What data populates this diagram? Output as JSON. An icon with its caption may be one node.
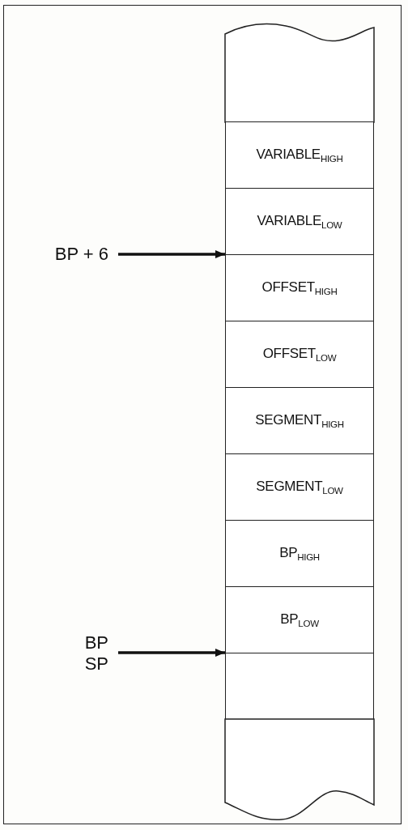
{
  "diagram": {
    "nodes": [
      {
        "text": [],
        "shape": "box"
      },
      {
        "text": [
          "VARIABLE$_{HIGH}$"
        ]
      },
      {
        "text": [
          "VARIABLE$_{LOW}$"
        ]
      },
      {
        "text": [
          "OFFSET$_{HIGH}$"
        ]
      },
      {
        "text": [
          "OFFSET$_{LOW}$"
        ]
      },
      {
        "text": [
          "SEGMENT$_{HIGH}$"
        ]
      },
      {
        "text": [
          "SEGMENT$_{LOW}$"
        ]
      },
      {
        "text": [
          "BP$_{HIGH}$"
        ]
      },
      {
        "text": [
          "BP$_{LOW}$"
        ]
      },
      {
        "text": [],
        "shape": "box"
      },
      {
        "text": [],
        "shape": "box"
      },
      {
        "text": [
          "BP + 6"
        ]
      },
      {
        "text": [
          "BP",
          "SP"
        ]
      }
    ],
    "edges": [
      {
        "from": 11,
        "to": 3,
        "arrow": "to"
      },
      {
        "from": 12,
        "to": 9,
        "arrow": "to"
      }
    ]
  }
}
